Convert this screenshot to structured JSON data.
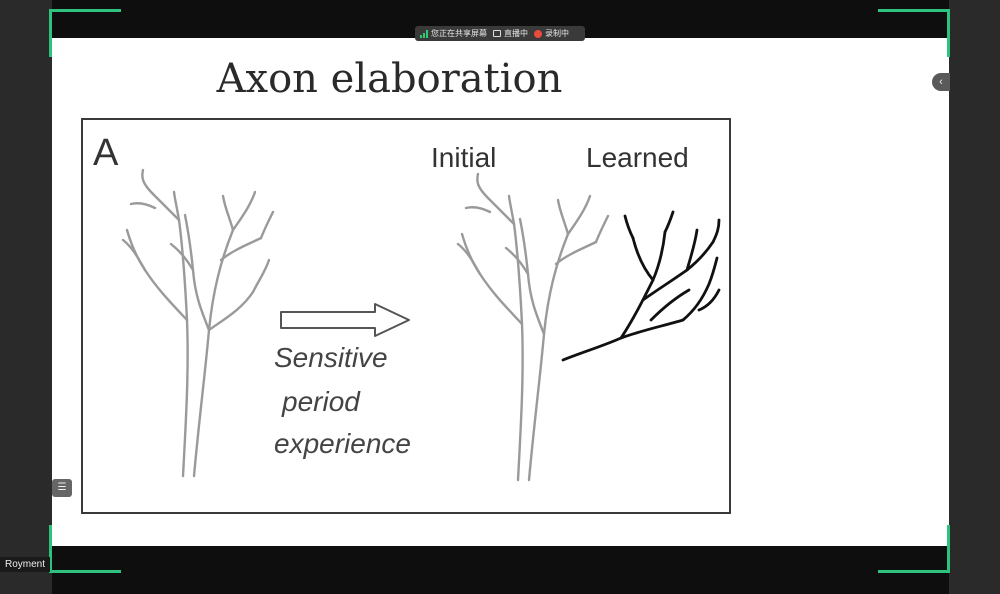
{
  "screen_share_bar": {
    "sharing_label": "您正在共享屏幕",
    "live_label": "直播中",
    "recording_label": "录制中"
  },
  "slide": {
    "title": "Axon elaboration",
    "figure": {
      "panel_label": "A",
      "left_label": "Initial",
      "right_label": "Learned",
      "arrow_caption": [
        "Sensitive",
        "period",
        "experience"
      ]
    }
  },
  "controls": {
    "collapse_glyph": "‹",
    "list_glyph": "☰"
  },
  "participant": {
    "name": "Royment"
  },
  "colors": {
    "accent_frame": "#2ec27e",
    "recording": "#e74c3c",
    "signal": "#2ecc71"
  }
}
